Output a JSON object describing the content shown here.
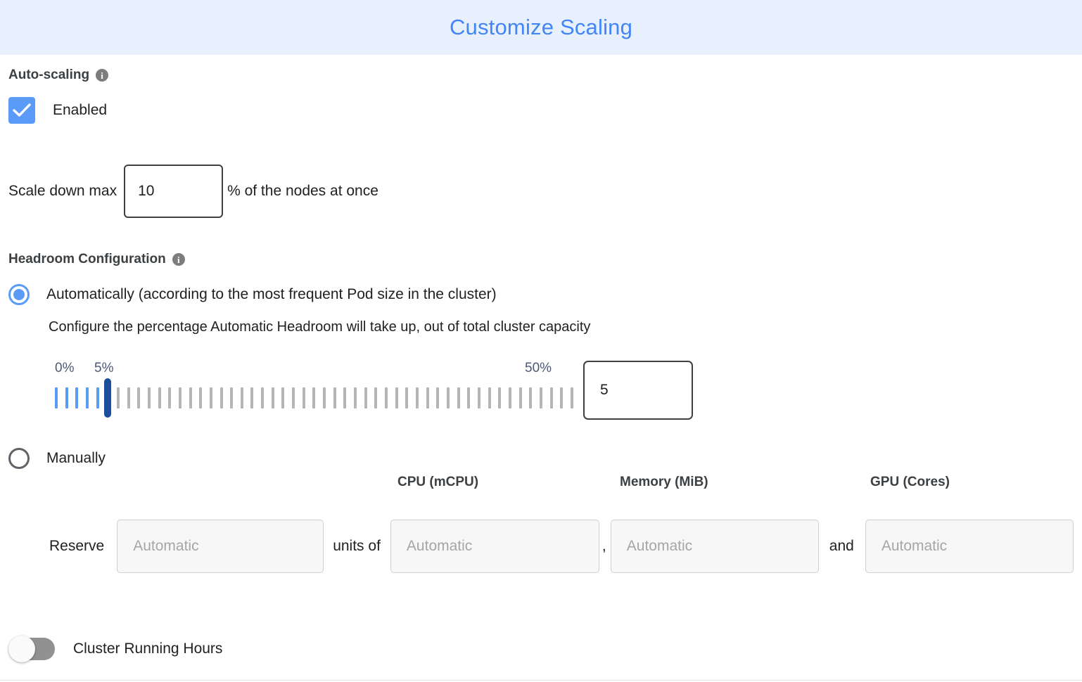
{
  "header": {
    "title": "Customize Scaling",
    "accent_color": "#4285f4",
    "background_color": "#e9f0fd"
  },
  "autoscaling": {
    "section_label": "Auto-scaling",
    "info_glyph": "i",
    "checkbox_label": "Enabled",
    "checkbox_checked": true,
    "checkbox_color": "#5b9bf8"
  },
  "scale_down": {
    "label": "Scale down max",
    "value": "10",
    "suffix": "% of the nodes at once"
  },
  "headroom": {
    "section_label": "Headroom Configuration",
    "info_glyph": "i",
    "auto_option_label": "Automatically (according to the most frequent Pod size in the cluster)",
    "auto_option_selected": true,
    "auto_description": "Configure the percentage Automatic Headroom will take up, out of total cluster capacity",
    "manual_option_label": "Manually",
    "manual_option_selected": false,
    "slider": {
      "min_label": "0%",
      "current_label": "5%",
      "max_label": "50%",
      "min": 0,
      "max": 50,
      "value": 5,
      "tick_count": 51,
      "value_input": "5",
      "filled_color": "#5b9bf8",
      "empty_color": "#b5b5b5",
      "handle_color": "#1b4f9c"
    },
    "reserve": {
      "reserve_label": "Reserve",
      "units_of_label": "units of",
      "comma_label": ",",
      "and_label": "and",
      "columns": [
        {
          "header": "",
          "placeholder": "Automatic"
        },
        {
          "header": "CPU (mCPU)",
          "placeholder": "Automatic"
        },
        {
          "header": "Memory (MiB)",
          "placeholder": "Automatic"
        },
        {
          "header": "GPU (Cores)",
          "placeholder": "Automatic"
        }
      ]
    }
  },
  "cluster_running_hours": {
    "label": "Cluster Running Hours",
    "enabled": false
  }
}
